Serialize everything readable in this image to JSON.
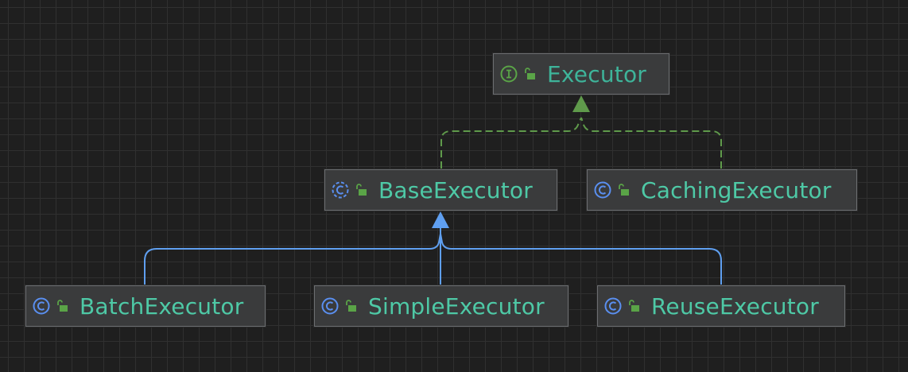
{
  "diagram": {
    "nodes": {
      "executor": {
        "label": "Executor",
        "kind": "interface",
        "kind_icon": "interface-icon",
        "visibility_icon": "public-lock-icon"
      },
      "base_executor": {
        "label": "BaseExecutor",
        "kind": "abstract-class",
        "kind_icon": "abstract-class-icon",
        "visibility_icon": "public-lock-icon"
      },
      "caching_executor": {
        "label": "CachingExecutor",
        "kind": "class",
        "kind_icon": "class-icon",
        "visibility_icon": "public-lock-icon"
      },
      "batch_executor": {
        "label": "BatchExecutor",
        "kind": "class",
        "kind_icon": "class-icon",
        "visibility_icon": "public-lock-icon"
      },
      "simple_executor": {
        "label": "SimpleExecutor",
        "kind": "class",
        "kind_icon": "class-icon",
        "visibility_icon": "public-lock-icon"
      },
      "reuse_executor": {
        "label": "ReuseExecutor",
        "kind": "class",
        "kind_icon": "class-icon",
        "visibility_icon": "public-lock-icon"
      }
    },
    "edges": [
      {
        "from": "base_executor",
        "to": "executor",
        "type": "implements"
      },
      {
        "from": "caching_executor",
        "to": "executor",
        "type": "implements"
      },
      {
        "from": "batch_executor",
        "to": "base_executor",
        "type": "extends"
      },
      {
        "from": "simple_executor",
        "to": "base_executor",
        "type": "extends"
      },
      {
        "from": "reuse_executor",
        "to": "base_executor",
        "type": "extends"
      }
    ],
    "colors": {
      "background": "#1f1f1f",
      "grid": "#303030",
      "node_fill": "#3a3b3c",
      "node_border": "#6c6e71",
      "label": "#4ec9a6",
      "implements_edge": "#5f9a4b",
      "extends_edge": "#5f9ff0",
      "class_icon": "#5a8ff0",
      "interface_icon": "#5aa447",
      "lock_icon": "#5aa447"
    }
  }
}
